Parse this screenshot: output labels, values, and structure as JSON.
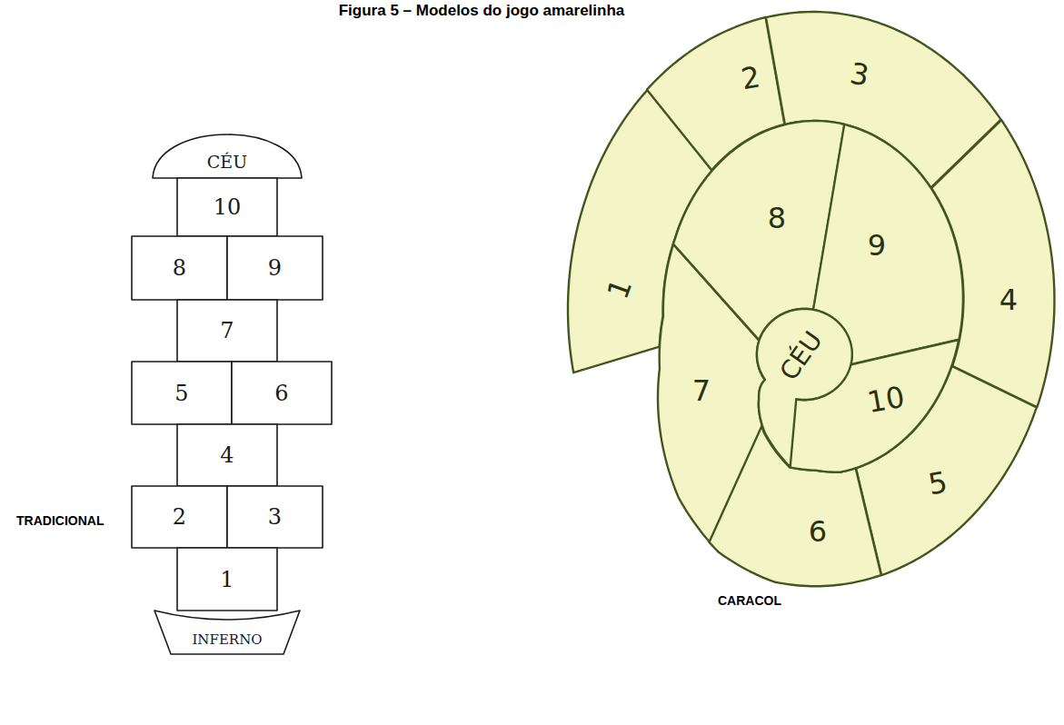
{
  "diagram": {
    "title": "Figura 5 – Modelos do jogo amarelinha",
    "nodes": [
      {
        "text": [
          "CÉU"
        ]
      },
      {
        "text": [
          "10"
        ]
      },
      {
        "text": [
          "8"
        ]
      },
      {
        "text": [
          "9"
        ]
      },
      {
        "text": [
          "7"
        ]
      },
      {
        "text": [
          "5"
        ]
      },
      {
        "text": [
          "6"
        ]
      },
      {
        "text": [
          "4"
        ]
      },
      {
        "text": [
          "2"
        ]
      },
      {
        "text": [
          "3"
        ]
      },
      {
        "text": [
          "1"
        ]
      },
      {
        "text": [
          "INFERNO"
        ]
      },
      {
        "text": [
          "1"
        ]
      },
      {
        "text": [
          "2"
        ]
      },
      {
        "text": [
          "3"
        ]
      },
      {
        "text": [
          "4"
        ]
      },
      {
        "text": [
          "5"
        ]
      },
      {
        "text": [
          "6"
        ]
      },
      {
        "text": [
          "7"
        ]
      },
      {
        "text": [
          "8"
        ]
      },
      {
        "text": [
          "9"
        ]
      },
      {
        "text": [
          "10"
        ]
      },
      {
        "text": [
          "CÉU"
        ]
      }
    ],
    "labels": [
      "TRADICIONAL",
      "CARACOL"
    ]
  }
}
